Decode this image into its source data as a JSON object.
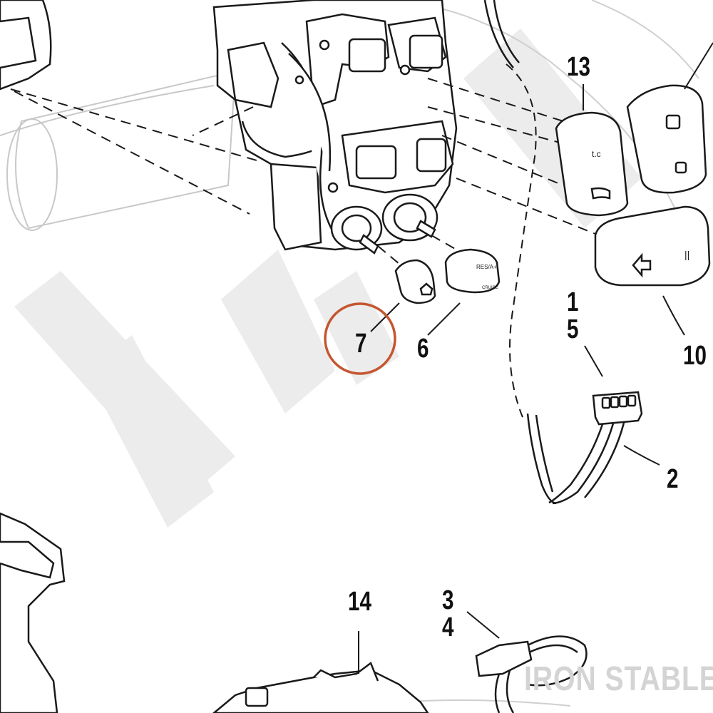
{
  "callouts": {
    "c13": "13",
    "c1_5": "1\n5",
    "c10": "10",
    "c7": "7",
    "c6": "6",
    "c2": "2",
    "c14": "14",
    "c3_4": "3\n4"
  },
  "watermark": "IRON STABLE",
  "highlight_color": "#c4562f",
  "line_color": "#1a1a1a",
  "watermark_color": "#d4d4d4"
}
